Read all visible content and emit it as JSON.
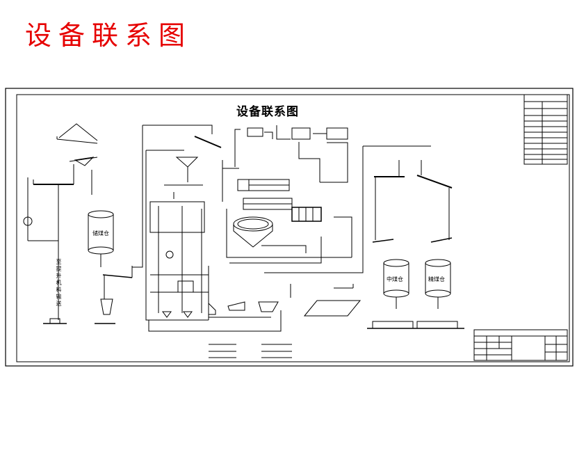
{
  "page_title": "设备联系图",
  "drawing": {
    "inner_title": "设备联系图",
    "labels": {
      "vertical_feed": "至提升机料输送",
      "bin_left": "储煤仓",
      "bin_mid": "中煤仓",
      "bin_right": "精煤仓"
    },
    "colors": {
      "title": "#e60000",
      "line": "#000000"
    }
  }
}
